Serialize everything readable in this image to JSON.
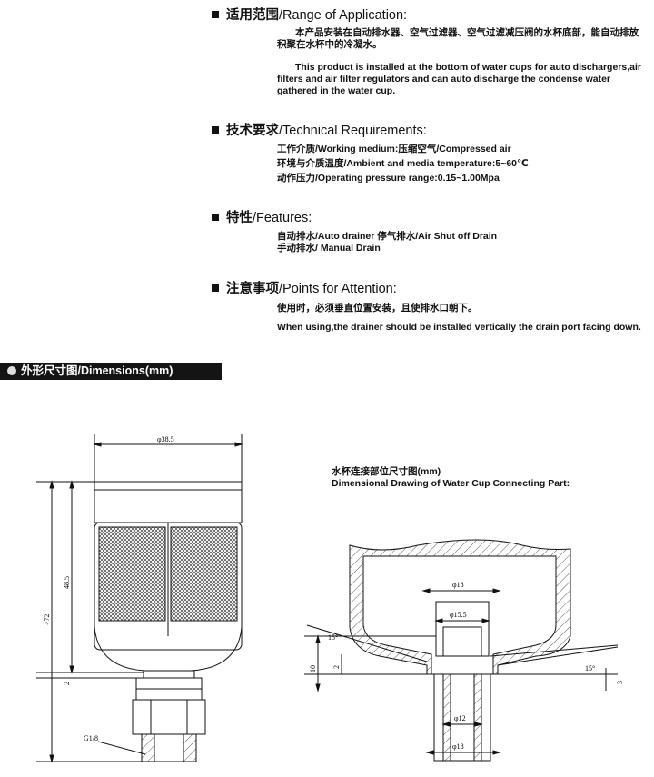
{
  "sections": {
    "application": {
      "title_cn": "适用范围",
      "title_en": "/Range of Application:",
      "text_cn": "本产品安装在自动排水器、空气过滤器、空气过滤减压阀的水杯底部，能自动排放积聚在水杯中的冷凝水。",
      "text_en": "This product is installed at the bottom of water cups for auto dischargers,air filters and air filter regulators and can auto discharge the condense water gathered in the water cup."
    },
    "technical": {
      "title_cn": "技术要求",
      "title_en": "/Technical Requirements:",
      "lines": [
        "工作介质/Working medium:压缩空气/Compressed air",
        "环境与介质温度/Ambient and media temperature:5~60℃",
        "动作压力/Operating pressure range:0.15~1.00Mpa"
      ]
    },
    "features": {
      "title_cn": "特性",
      "title_en": "/Features:",
      "lines": [
        "自动排水/Auto drainer 停气排水/Air Shut off Drain",
        "手动排水/ Manual Drain"
      ]
    },
    "attention": {
      "title_cn": "注意事项",
      "title_en": "/Points for Attention:",
      "text_cn": "使用时，必须垂直位置安装，且使排水口朝下。",
      "text_en": "When using,the drainer should be installed  vertically the drain port facing down."
    }
  },
  "dimensions": {
    "header": "外形尺寸图/Dimensions(mm)",
    "left_labels": {
      "diameter": "φ38.5",
      "height_main": "48.5",
      "height_total": ">72",
      "step": "2",
      "thread": "G1/8"
    },
    "water_cup": {
      "title_cn": "水杯连接部位尺寸图(mm)",
      "title_en": "Dimensional Drawing of Water Cup Connecting Part:",
      "labels": {
        "d_outer_top": "φ18",
        "d_inner": "φ15.5",
        "d_hole": "φ12",
        "d_outer_bottom": "φ18",
        "angle_left": "15°",
        "angle_right": "15°",
        "height": "10",
        "step_left": "2",
        "step_right": "3"
      }
    }
  }
}
